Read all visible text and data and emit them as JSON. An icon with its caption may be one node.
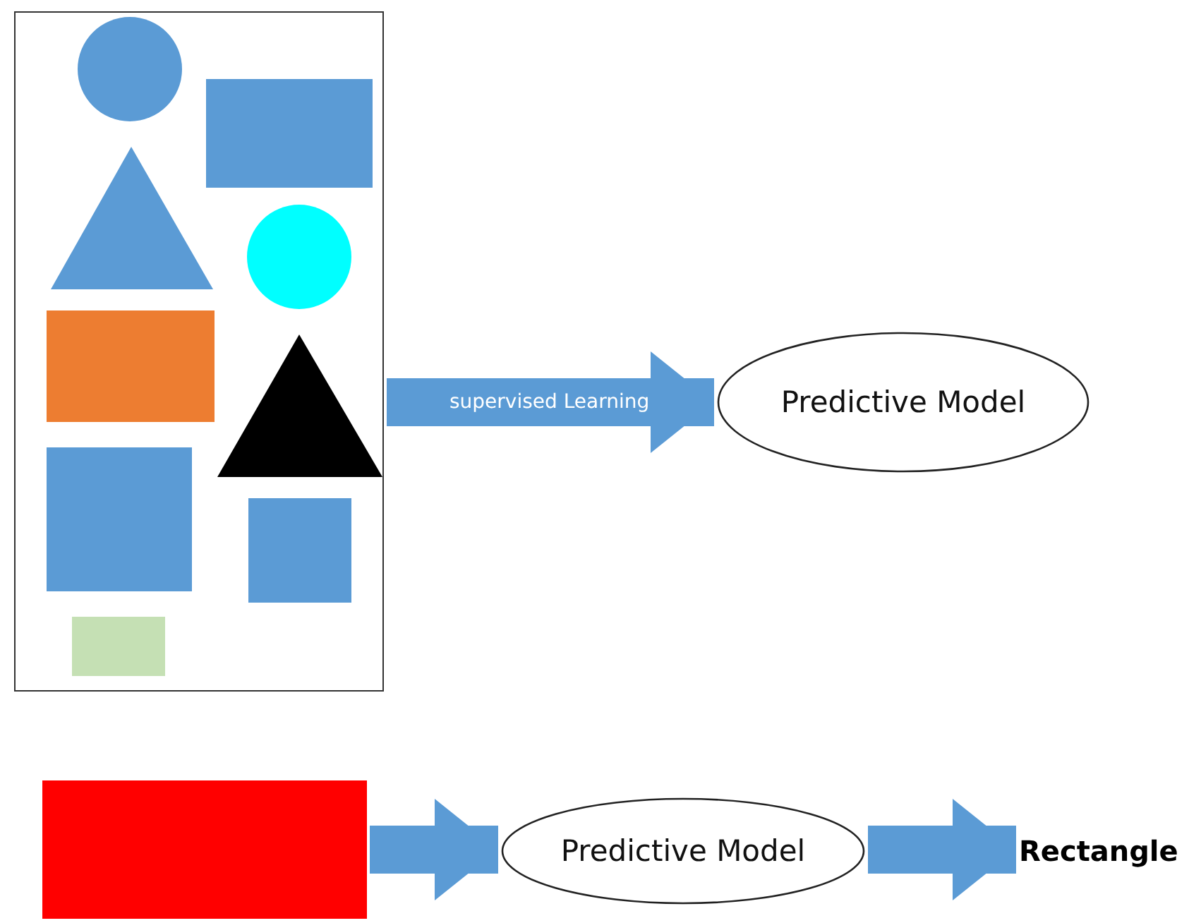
{
  "diagram": {
    "nodes": [
      {
        "text": [],
        "shape": "box"
      },
      {
        "text": [
          "Predictive Model"
        ]
      },
      {
        "text": [],
        "shape": "box"
      },
      {
        "text": [
          "Predictive Model"
        ]
      },
      {
        "text": [
          "Rectangle"
        ]
      }
    ],
    "edges": [
      {
        "from": 0,
        "to": 1,
        "arrow": "to",
        "label": "supervised Learning"
      },
      {
        "from": 2,
        "to": 3,
        "arrow": "to"
      },
      {
        "from": 3,
        "to": 4,
        "arrow": "to"
      }
    ]
  }
}
